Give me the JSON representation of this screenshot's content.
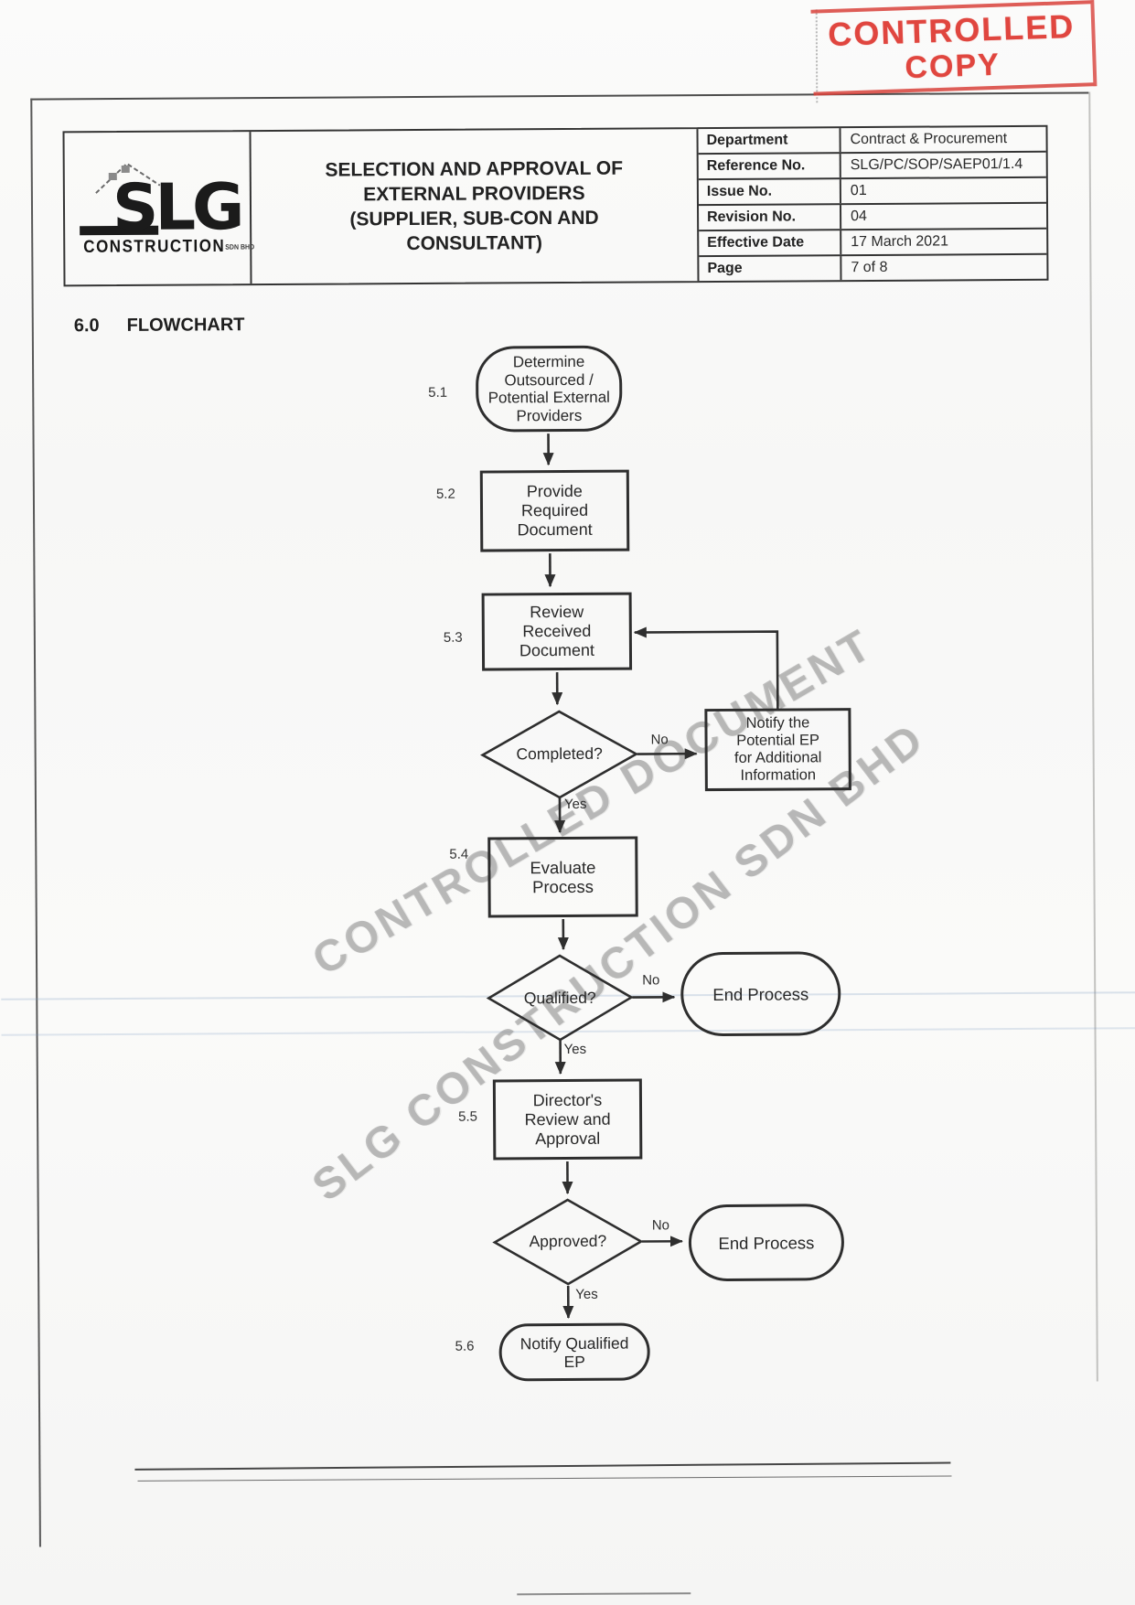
{
  "stamp": {
    "line1": "CONTROLLED",
    "line2": "COPY"
  },
  "colors": {
    "stamp_red": "#d9423b",
    "watermark_gray": "#8a8a8a",
    "ink": "#2e2e2e"
  },
  "header": {
    "logo": {
      "brand": "SLG",
      "name": "CONSTRUCTION",
      "suffix": "SDN BHD"
    },
    "title": "SELECTION AND APPROVAL OF\nEXTERNAL PROVIDERS\n(SUPPLIER, SUB-CON AND\nCONSULTANT)",
    "info_rows": [
      {
        "label": "Department",
        "value": "Contract & Procurement"
      },
      {
        "label": "Reference No.",
        "value": "SLG/PC/SOP/SAEP01/1.4"
      },
      {
        "label": "Issue No.",
        "value": "01"
      },
      {
        "label": "Revision No.",
        "value": "04"
      },
      {
        "label": "Effective Date",
        "value": "17 March 2021"
      },
      {
        "label": "Page",
        "value": "7 of 8"
      }
    ]
  },
  "section": {
    "number": "6.0",
    "title": "FLOWCHART"
  },
  "watermark": {
    "line1": "CONTROLLED DOCUMENT",
    "line2": "SLG CONSTRUCTION SDN BHD"
  },
  "flowchart": {
    "nodes": {
      "step51": {
        "num": "5.1",
        "text": "Determine\nOutsourced /\nPotential External\nProviders"
      },
      "step52": {
        "num": "5.2",
        "text": "Provide\nRequired\nDocument"
      },
      "step53": {
        "num": "5.3",
        "text": "Review\nReceived\nDocument"
      },
      "completed": {
        "text": "Completed?"
      },
      "notify": {
        "text": "Notify the\nPotential EP\nfor Additional\nInformation"
      },
      "step54": {
        "num": "5.4",
        "text": "Evaluate\nProcess"
      },
      "qualified": {
        "text": "Qualified?"
      },
      "end1": {
        "text": "End Process"
      },
      "step55": {
        "num": "5.5",
        "text": "Director's\nReview and\nApproval"
      },
      "approved": {
        "text": "Approved?"
      },
      "end2": {
        "text": "End Process"
      },
      "step56": {
        "num": "5.6",
        "text": "Notify Qualified\nEP"
      }
    },
    "edge_labels": {
      "yes": "Yes",
      "no": "No"
    }
  }
}
